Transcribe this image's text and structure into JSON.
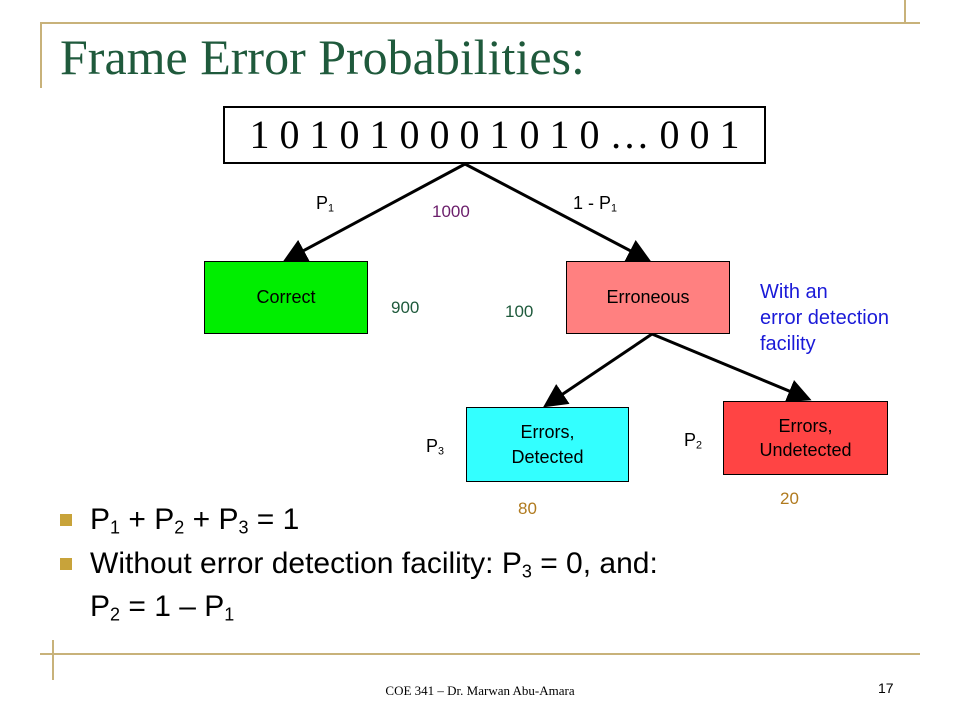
{
  "slide": {
    "title": "Frame Error Probabilities:",
    "footer": "COE 341 – Dr. Marwan Abu-Amara",
    "page_number": "17"
  },
  "diagram": {
    "bit_sequence": "1 0 1 0 1 0 0 0 1 0 1 0 … 0 0 1",
    "nodes": {
      "correct": "Correct",
      "erroneous": "Erroneous",
      "detected": [
        "Errors,",
        "Detected"
      ],
      "undetected": [
        "Errors,",
        "Undetected"
      ]
    },
    "edge_labels": {
      "p1": {
        "base": "P",
        "sub": "1"
      },
      "one_minus_p1": {
        "base": "1 - P",
        "sub": "1"
      },
      "p3": {
        "base": "P",
        "sub": "3"
      },
      "p2": {
        "base": "P",
        "sub": "2"
      }
    },
    "counts": {
      "total": "1000",
      "correct": "900",
      "erroneous": "100",
      "detected": "80",
      "undetected": "20"
    },
    "note": [
      "With an",
      "error detection",
      "facility"
    ],
    "colors": {
      "correct": "#00ee00",
      "erroneous": "#ff8080",
      "detected": "#33ffff",
      "undetected": "#ff4444",
      "total_count": "#6b1e6b",
      "level1_counts": "#1f5a3c",
      "level2_counts": "#b07a1e",
      "note": "#1a1ad8",
      "title": "#1f5a3c"
    }
  },
  "bullets": {
    "b1": {
      "p1": "P",
      "s1": "1",
      "p2": " + P",
      "s2": "2",
      "p3": " + P",
      "s3": "3",
      "p4": " = 1"
    },
    "b2": {
      "p1": "Without error detection facility: P",
      "s1": "3",
      "p2": " = 0, and:"
    },
    "b3": {
      "p1": "P",
      "s1": "2",
      "p2": " = 1 – P",
      "s2": "1"
    }
  }
}
